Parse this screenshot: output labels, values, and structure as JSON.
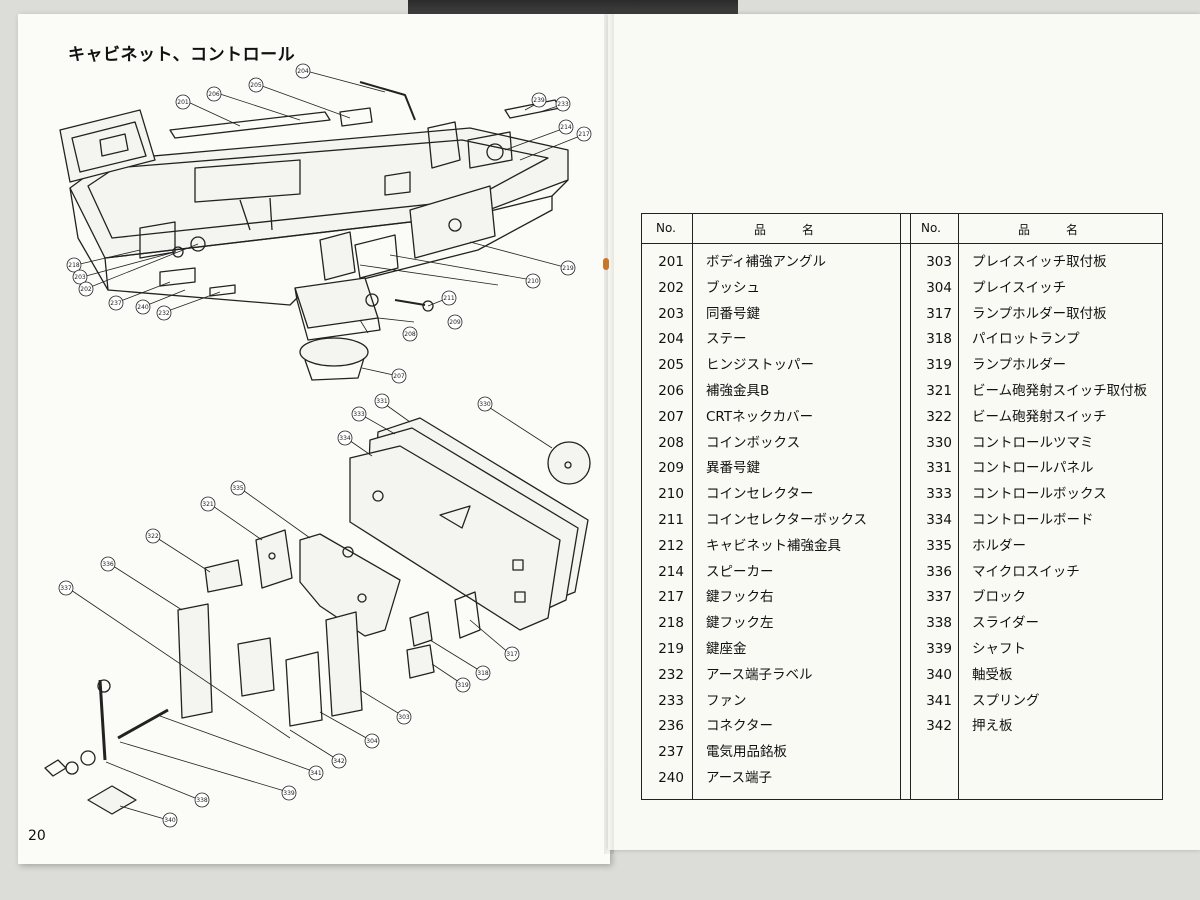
{
  "page": {
    "title": "キャビネット、コントロール",
    "page_number": "20"
  },
  "table": {
    "headers": {
      "no_left": "No.",
      "name_left": "品　　　名",
      "no_right": "No.",
      "name_right": "品　　　名"
    },
    "left_rows": [
      {
        "no": "201",
        "name": "ボディ補強アングル"
      },
      {
        "no": "202",
        "name": "ブッシュ"
      },
      {
        "no": "203",
        "name": "同番号鍵"
      },
      {
        "no": "204",
        "name": "ステー"
      },
      {
        "no": "205",
        "name": "ヒンジストッパー"
      },
      {
        "no": "206",
        "name": "補強金具B"
      },
      {
        "no": "207",
        "name": "CRTネックカバー"
      },
      {
        "no": "208",
        "name": "コインボックス"
      },
      {
        "no": "209",
        "name": "異番号鍵"
      },
      {
        "no": "210",
        "name": "コインセレクター"
      },
      {
        "no": "211",
        "name": "コインセレクターボックス"
      },
      {
        "no": "212",
        "name": "キャビネット補強金具"
      },
      {
        "no": "214",
        "name": "スピーカー"
      },
      {
        "no": "217",
        "name": "鍵フック右"
      },
      {
        "no": "218",
        "name": "鍵フック左"
      },
      {
        "no": "219",
        "name": "鍵座金"
      },
      {
        "no": "232",
        "name": "アース端子ラベル"
      },
      {
        "no": "233",
        "name": "ファン"
      },
      {
        "no": "236",
        "name": "コネクター"
      },
      {
        "no": "237",
        "name": "電気用品銘板"
      },
      {
        "no": "240",
        "name": "アース端子"
      }
    ],
    "right_rows": [
      {
        "no": "303",
        "name": "プレイスイッチ取付板"
      },
      {
        "no": "304",
        "name": "プレイスイッチ"
      },
      {
        "no": "317",
        "name": "ランプホルダー取付板"
      },
      {
        "no": "318",
        "name": "パイロットランプ"
      },
      {
        "no": "319",
        "name": "ランプホルダー"
      },
      {
        "no": "321",
        "name": "ビーム砲発射スイッチ取付板"
      },
      {
        "no": "322",
        "name": "ビーム砲発射スイッチ"
      },
      {
        "no": "330",
        "name": "コントロールツマミ"
      },
      {
        "no": "331",
        "name": "コントロールパネル"
      },
      {
        "no": "333",
        "name": "コントロールボックス"
      },
      {
        "no": "334",
        "name": "コントロールボード"
      },
      {
        "no": "335",
        "name": "ホルダー"
      },
      {
        "no": "336",
        "name": "マイクロスイッチ"
      },
      {
        "no": "337",
        "name": "ブロック"
      },
      {
        "no": "338",
        "name": "スライダー"
      },
      {
        "no": "339",
        "name": "シャフト"
      },
      {
        "no": "340",
        "name": "軸受板"
      },
      {
        "no": "341",
        "name": "スプリング"
      },
      {
        "no": "342",
        "name": "押え板"
      }
    ]
  },
  "diagram": {
    "callouts": [
      {
        "id": "c204",
        "label": "204"
      },
      {
        "id": "c205",
        "label": "205"
      },
      {
        "id": "c201",
        "label": "201"
      },
      {
        "id": "c206",
        "label": "206"
      },
      {
        "id": "c239",
        "label": "239"
      },
      {
        "id": "c233",
        "label": "233"
      },
      {
        "id": "c214",
        "label": "214"
      },
      {
        "id": "c217",
        "label": "217"
      },
      {
        "id": "c218",
        "label": "218"
      },
      {
        "id": "c203",
        "label": "203"
      },
      {
        "id": "c202",
        "label": "202"
      },
      {
        "id": "c237",
        "label": "237"
      },
      {
        "id": "c240",
        "label": "240"
      },
      {
        "id": "c232",
        "label": "232"
      },
      {
        "id": "c219",
        "label": "219"
      },
      {
        "id": "c210",
        "label": "210"
      },
      {
        "id": "c211",
        "label": "211"
      },
      {
        "id": "c209",
        "label": "209"
      },
      {
        "id": "c208",
        "label": "208"
      },
      {
        "id": "c207",
        "label": "207"
      },
      {
        "id": "c331",
        "label": "331"
      },
      {
        "id": "c333",
        "label": "333"
      },
      {
        "id": "c330",
        "label": "330"
      },
      {
        "id": "c334",
        "label": "334"
      },
      {
        "id": "c335",
        "label": "335"
      },
      {
        "id": "c321",
        "label": "321"
      },
      {
        "id": "c322",
        "label": "322"
      },
      {
        "id": "c336",
        "label": "336"
      },
      {
        "id": "c337",
        "label": "337"
      },
      {
        "id": "c317",
        "label": "317"
      },
      {
        "id": "c318",
        "label": "318"
      },
      {
        "id": "c319",
        "label": "319"
      },
      {
        "id": "c303",
        "label": "303"
      },
      {
        "id": "c304",
        "label": "304"
      },
      {
        "id": "c342",
        "label": "342"
      },
      {
        "id": "c341",
        "label": "341"
      },
      {
        "id": "c339",
        "label": "339"
      },
      {
        "id": "c338",
        "label": "338"
      },
      {
        "id": "c340",
        "label": "340"
      }
    ]
  }
}
